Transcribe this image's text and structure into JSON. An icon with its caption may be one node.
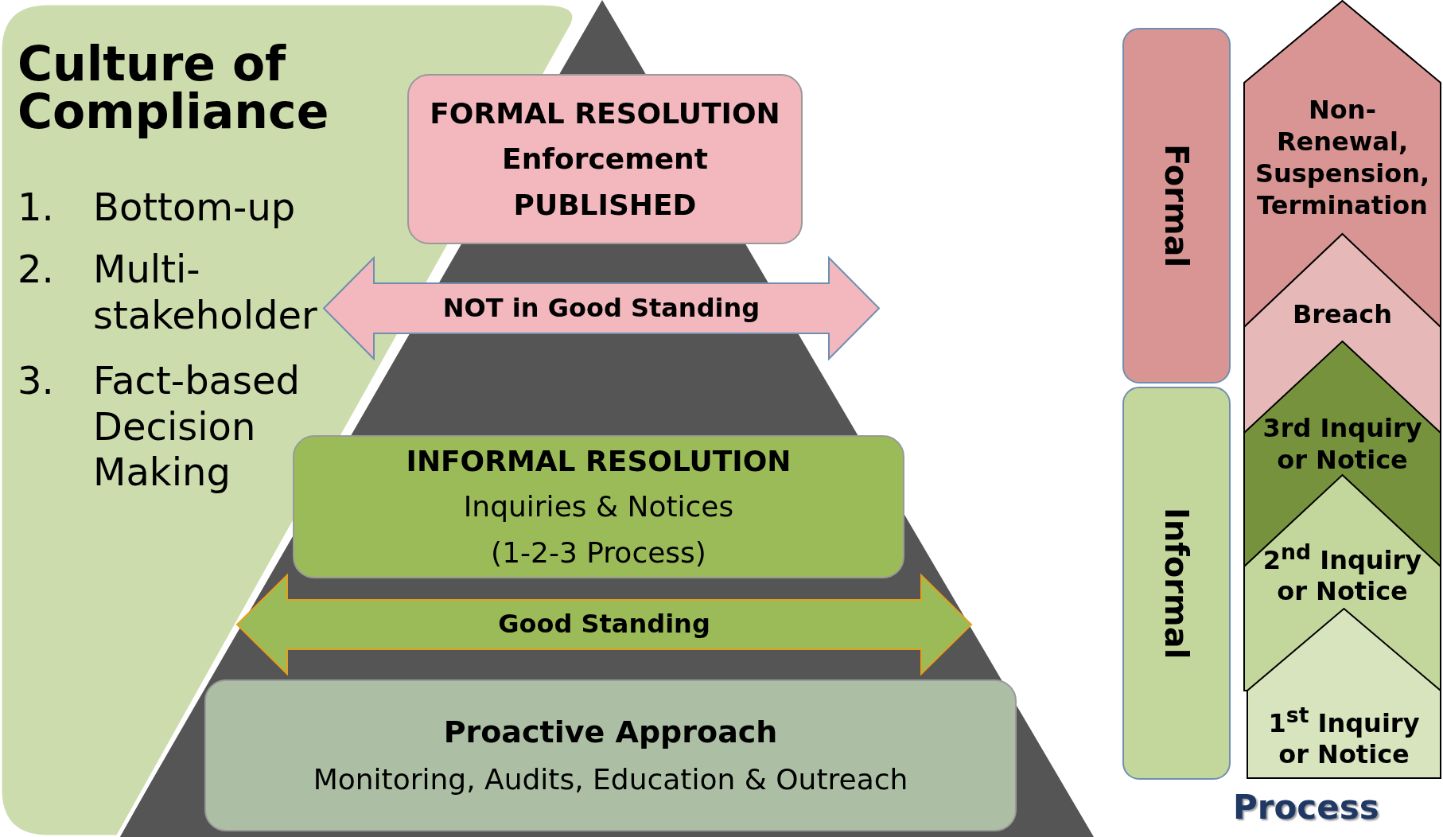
{
  "diagram": {
    "nodes": [
      {
        "text": [
          "Culture of Compliance",
          "1.",
          "Bottom-up",
          "2.",
          "Multi-stakeholder",
          "3.",
          "Fact-based Decision Making"
        ]
      },
      {
        "text": [
          "FORMAL RESOLUTION",
          "Enforcement",
          "PUBLISHED"
        ]
      },
      {
        "text": [
          "NOT in Good Standing"
        ]
      },
      {
        "text": [
          "INFORMAL RESOLUTION",
          "Inquiries & Notices",
          "(1-2-3 Process)"
        ]
      },
      {
        "text": [
          "Good Standing"
        ]
      },
      {
        "text": [
          "Proactive Approach",
          "Monitoring,  Audits, Education & Outreach"
        ]
      },
      {
        "text": [
          "Formal"
        ]
      },
      {
        "text": [
          "Informal"
        ]
      },
      {
        "text": [
          "Non-Renewal, Suspension, Termination"
        ]
      },
      {
        "text": [
          "Breach"
        ]
      },
      {
        "text": [
          "3rd Inquiry or Notice"
        ]
      },
      {
        "text": [
          "2$^{nd}$ Inquiry or Notice"
        ]
      },
      {
        "text": [
          "1$^{st}$ Inquiry or Notice"
        ]
      }
    ],
    "labels": [
      "Process"
    ]
  }
}
